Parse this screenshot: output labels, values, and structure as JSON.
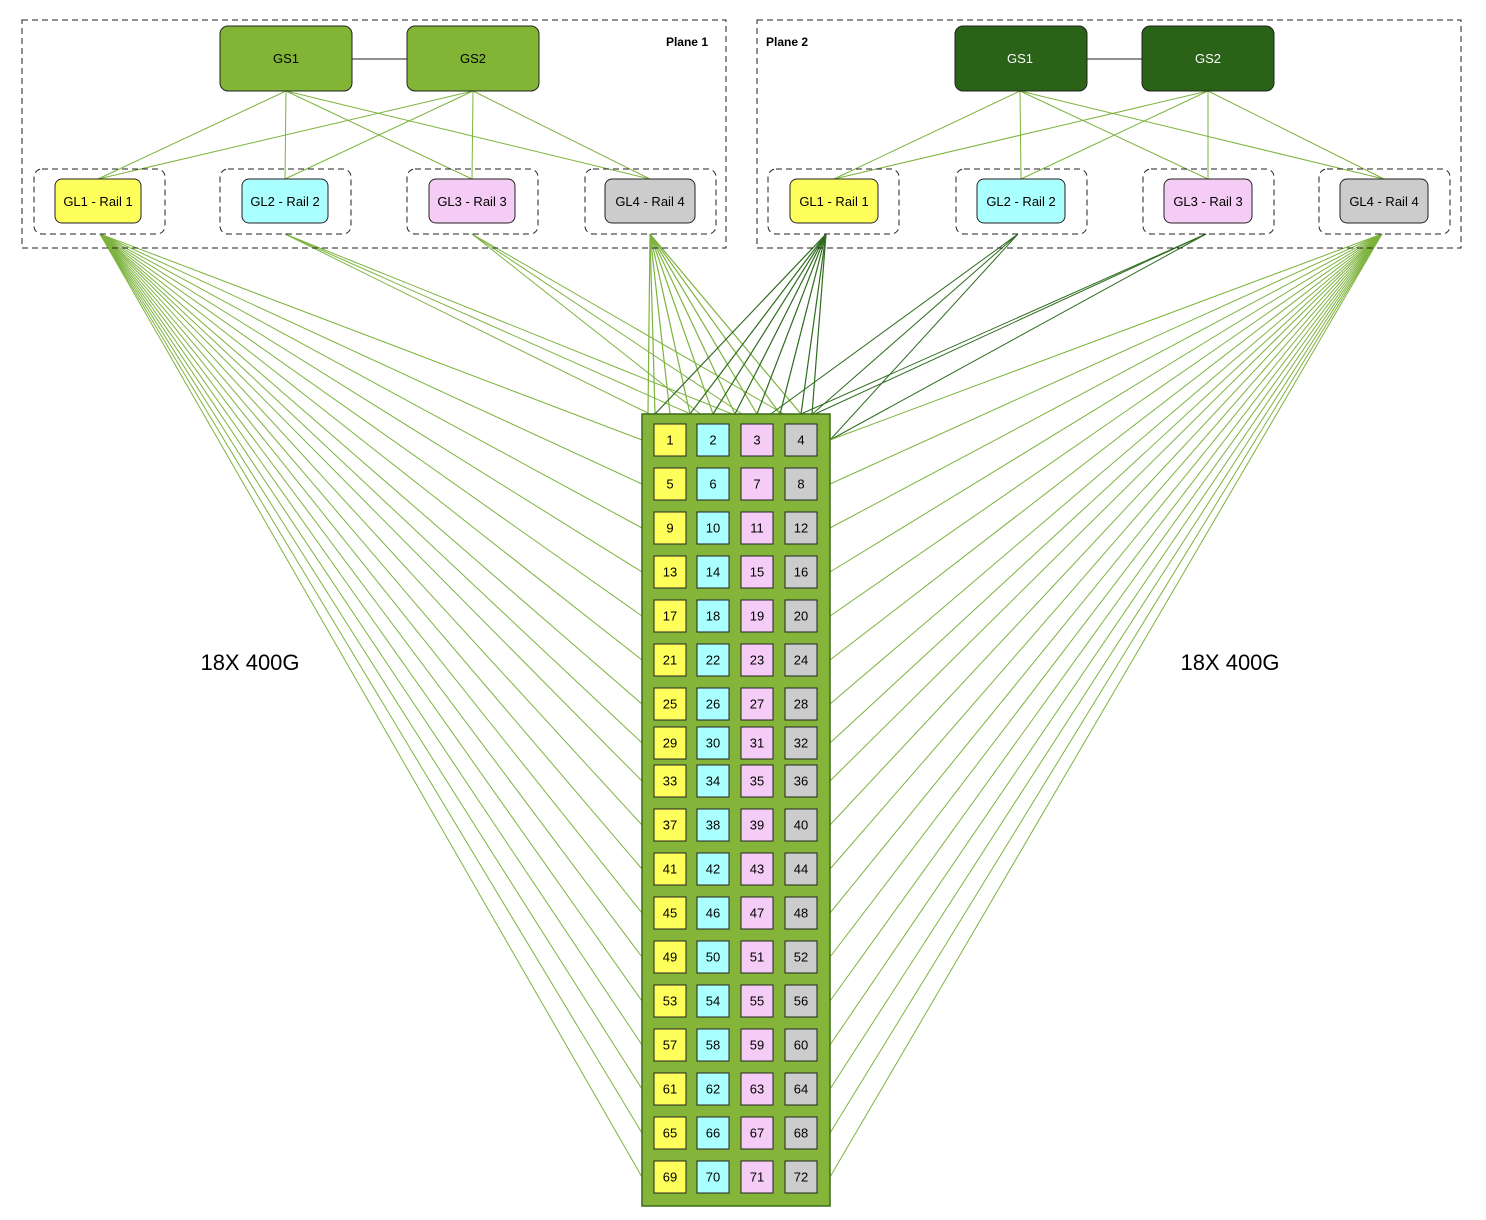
{
  "colors": {
    "plane1_spine": "#82b536",
    "plane2_spine": "#2a6318",
    "plane1_link": "#7db33e",
    "plane2_link": "#2e6b1e",
    "rail1": "#ffff5c",
    "rail2": "#aaffff",
    "rail3": "#f5ccf5",
    "rail4": "#cccccc",
    "rack": "#84b53a",
    "rack_border": "#3b6b17"
  },
  "planes": [
    {
      "label": "Plane 1",
      "spines": [
        {
          "label": "GS1"
        },
        {
          "label": "GS2"
        }
      ],
      "leaves": [
        {
          "label": "GL1 - Rail 1",
          "rail": 1
        },
        {
          "label": "GL2 - Rail 2",
          "rail": 2
        },
        {
          "label": "GL3 - Rail 3",
          "rail": 3
        },
        {
          "label": "GL4 - Rail 4",
          "rail": 4
        }
      ]
    },
    {
      "label": "Plane 2",
      "spines": [
        {
          "label": "GS1"
        },
        {
          "label": "GS2"
        }
      ],
      "leaves": [
        {
          "label": "GL1 - Rail 1",
          "rail": 1
        },
        {
          "label": "GL2 - Rail 2",
          "rail": 2
        },
        {
          "label": "GL3 - Rail 3",
          "rail": 3
        },
        {
          "label": "GL4 - Rail 4",
          "rail": 4
        }
      ]
    }
  ],
  "link_labels": {
    "left": "18X 400G",
    "right": "18X 400G"
  },
  "rack": {
    "rows": [
      [
        "1",
        "2",
        "3",
        "4"
      ],
      [
        "5",
        "6",
        "7",
        "8"
      ],
      [
        "9",
        "10",
        "11",
        "12"
      ],
      [
        "13",
        "14",
        "15",
        "16"
      ],
      [
        "17",
        "18",
        "19",
        "20"
      ],
      [
        "21",
        "22",
        "23",
        "24"
      ],
      [
        "25",
        "26",
        "27",
        "28"
      ],
      [
        "29",
        "30",
        "31",
        "32"
      ],
      [
        "33",
        "34",
        "35",
        "36"
      ],
      [
        "37",
        "38",
        "39",
        "40"
      ],
      [
        "41",
        "42",
        "43",
        "44"
      ],
      [
        "45",
        "46",
        "47",
        "48"
      ],
      [
        "49",
        "50",
        "51",
        "52"
      ],
      [
        "53",
        "54",
        "55",
        "56"
      ],
      [
        "57",
        "58",
        "59",
        "60"
      ],
      [
        "61",
        "62",
        "63",
        "64"
      ],
      [
        "65",
        "66",
        "67",
        "68"
      ],
      [
        "69",
        "70",
        "71",
        "72"
      ]
    ]
  }
}
